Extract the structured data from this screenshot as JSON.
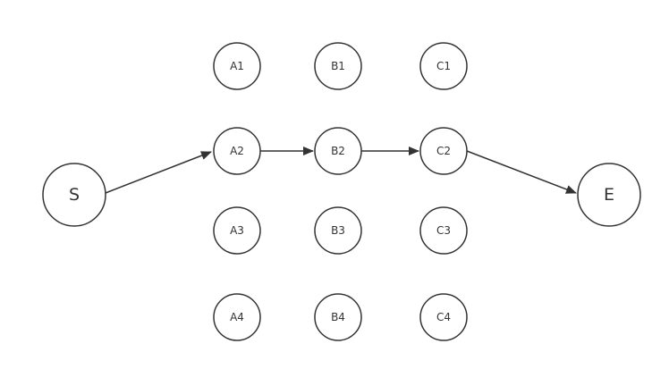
{
  "colors": {
    "stroke": "#333333",
    "fill": "#ffffff",
    "text": "#333333"
  },
  "nodes": {
    "S": "S",
    "E": "E",
    "A1": "A1",
    "A2": "A2",
    "A3": "A3",
    "A4": "A4",
    "B1": "B1",
    "B2": "B2",
    "B3": "B3",
    "B4": "B4",
    "C1": "C1",
    "C2": "C2",
    "C3": "C3",
    "C4": "C4"
  },
  "edges": [
    {
      "from": "S",
      "to": "A2"
    },
    {
      "from": "A2",
      "to": "B2"
    },
    {
      "from": "B2",
      "to": "C2"
    },
    {
      "from": "C2",
      "to": "E"
    }
  ]
}
